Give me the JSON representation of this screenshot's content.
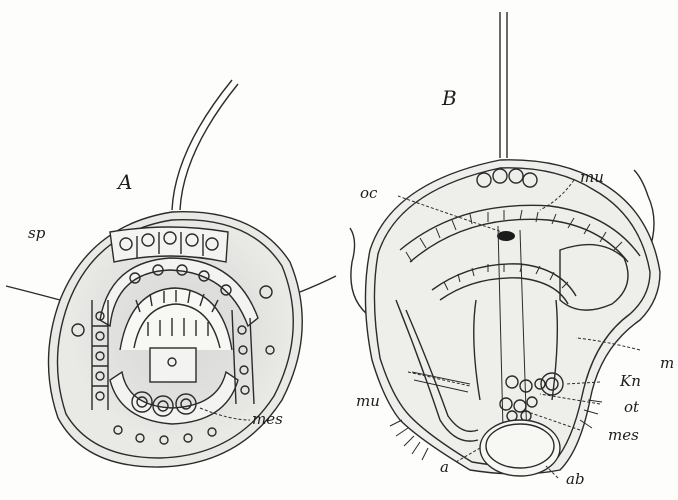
{
  "panel_a": {
    "title": "A",
    "labels": {
      "sp": "sp",
      "mes": "mes"
    }
  },
  "panel_b": {
    "title": "B",
    "labels": {
      "oc": "oc",
      "mu_top": "mu",
      "mu_left": "mu",
      "m": "m",
      "kn": "Kn",
      "ot": "ot",
      "mes": "mes",
      "a": "a",
      "ab": "ab"
    }
  }
}
